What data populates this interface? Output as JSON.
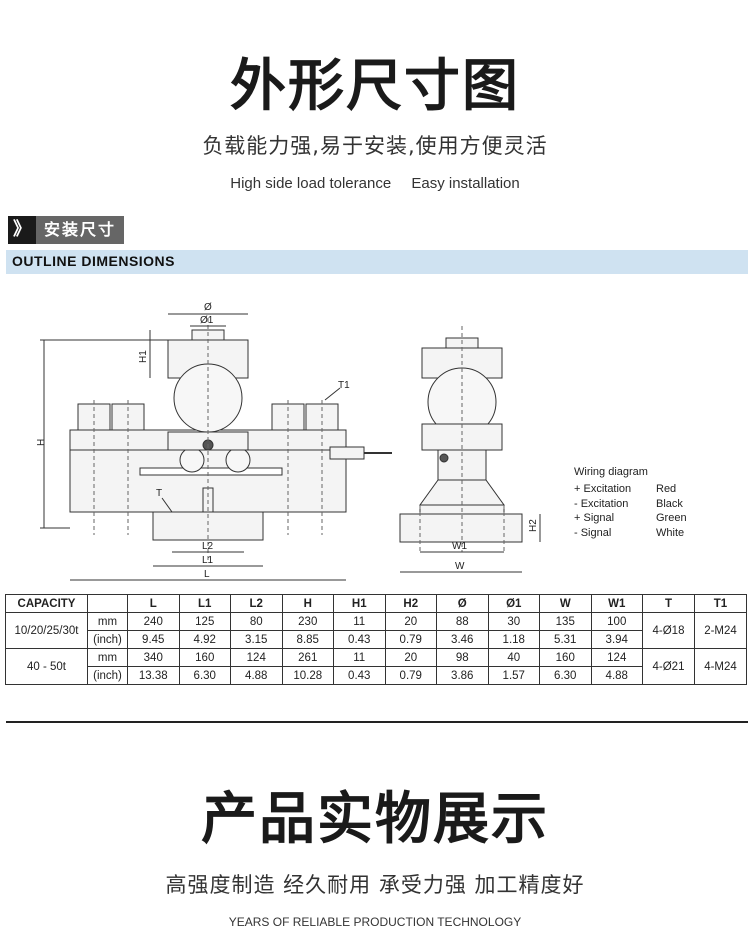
{
  "header": {
    "title": "外形尺寸图",
    "subtitle": "负载能力强,易于安装,使用方便灵活",
    "tagline_left": "High side load tolerance",
    "tagline_right": "Easy installation"
  },
  "section": {
    "badge_arrow": "》",
    "badge_label": "安装尺寸",
    "outline_title": "OUTLINE DIMENSIONS"
  },
  "drawing_labels": {
    "phi": "Ø",
    "phi1": "Ø1",
    "h1": "H1",
    "h": "H",
    "t": "T",
    "t1": "T1",
    "l": "L",
    "l1": "L1",
    "l2": "L2",
    "h2": "H2",
    "w": "W",
    "w1": "W1"
  },
  "wiring": {
    "title": "Wiring diagram",
    "rows": [
      {
        "signal": "+ Excitation",
        "color": "Red"
      },
      {
        "signal": "- Excitation",
        "color": "Black"
      },
      {
        "signal": "+ Signal",
        "color": "Green"
      },
      {
        "signal": "- Signal",
        "color": "White"
      }
    ]
  },
  "table": {
    "headers": [
      "CAPACITY",
      "",
      "L",
      "L1",
      "L2",
      "H",
      "H1",
      "H2",
      "Ø",
      "Ø1",
      "W",
      "W1",
      "T",
      "T1"
    ],
    "groups": [
      {
        "capacity": "10/20/25/30t",
        "mm": {
          "unit": "mm",
          "values": [
            "240",
            "125",
            "80",
            "230",
            "11",
            "20",
            "88",
            "30",
            "135",
            "100"
          ]
        },
        "inch": {
          "unit": "(inch)",
          "values": [
            "9.45",
            "4.92",
            "3.15",
            "8.85",
            "0.43",
            "0.79",
            "3.46",
            "1.18",
            "5.31",
            "3.94"
          ]
        },
        "t": "4-Ø18",
        "t1": "2-M24"
      },
      {
        "capacity": "40 - 50t",
        "mm": {
          "unit": "mm",
          "values": [
            "340",
            "160",
            "124",
            "261",
            "11",
            "20",
            "98",
            "40",
            "160",
            "124"
          ]
        },
        "inch": {
          "unit": "(inch)",
          "values": [
            "13.38",
            "6.30",
            "4.88",
            "10.28",
            "0.43",
            "0.79",
            "3.86",
            "1.57",
            "6.30",
            "4.88"
          ]
        },
        "t": "4-Ø21",
        "t1": "4-M24"
      }
    ]
  },
  "showcase": {
    "title": "产品实物展示",
    "subtitle": "高强度制造 经久耐用 承受力强 加工精度好",
    "tagline": "YEARS OF RELIABLE PRODUCTION TECHNOLOGY"
  }
}
